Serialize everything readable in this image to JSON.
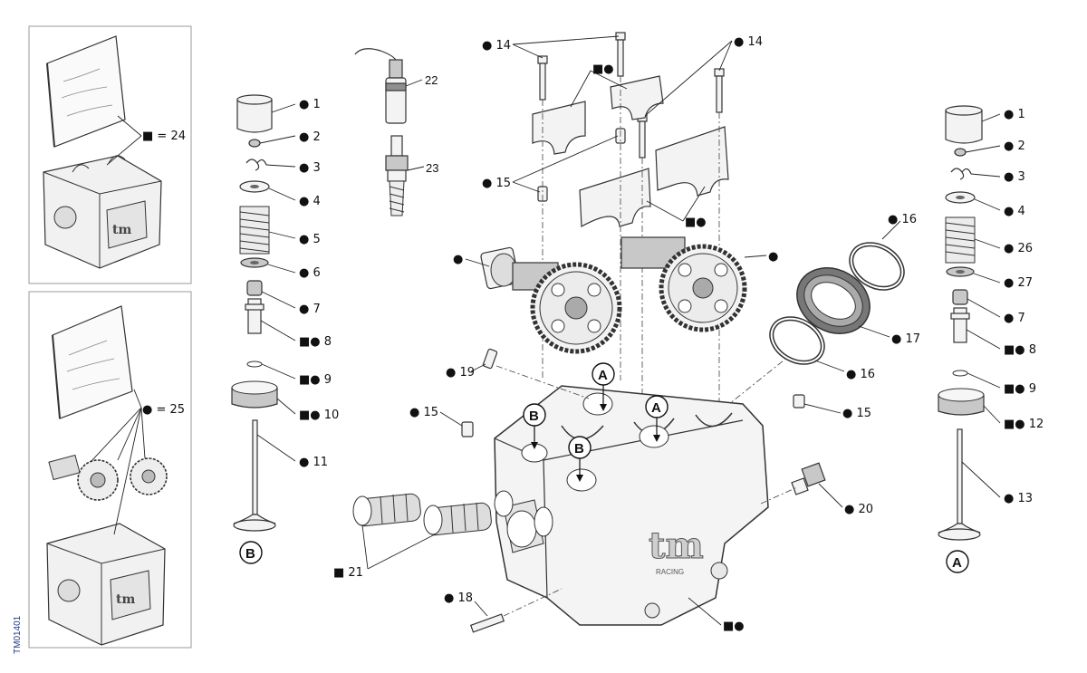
{
  "figure_code": "TM01401",
  "kit_labels": {
    "kit_a": "■ = 24",
    "kit_b": "● = 25"
  },
  "left_valve_callouts": [
    "● 1",
    "● 2",
    "● 3",
    "● 4",
    "● 5",
    "● 6",
    "● 7",
    "■● 8",
    "■● 9",
    "■● 10",
    "● 11"
  ],
  "right_valve_callouts": [
    "● 1",
    "● 2",
    "● 3",
    "● 4",
    "● 26",
    "● 27",
    "● 7",
    "■● 8",
    "■● 9",
    "■● 12",
    "● 13"
  ],
  "center_callouts": {
    "c14a": "● 14",
    "c14b": "● 14",
    "cap_mark_top": "■●",
    "cap_mark_lower": "■●",
    "c15a": "● 15",
    "c15b": "● 15",
    "c15c": "● 15",
    "c16a": "● 16",
    "c16b": "● 16",
    "c17": "● 17",
    "c18": "● 18",
    "c19": "● 19",
    "c20": "● 20",
    "c21": "■ 21",
    "c22": "22",
    "c23": "23",
    "cam_left": "●",
    "cam_right": "●",
    "head_mark": "■●"
  },
  "circle_markers": {
    "left_valve": "B",
    "right_valve": "A",
    "head_a1": "A",
    "head_a2": "A",
    "head_b1": "B",
    "head_b2": "B"
  }
}
